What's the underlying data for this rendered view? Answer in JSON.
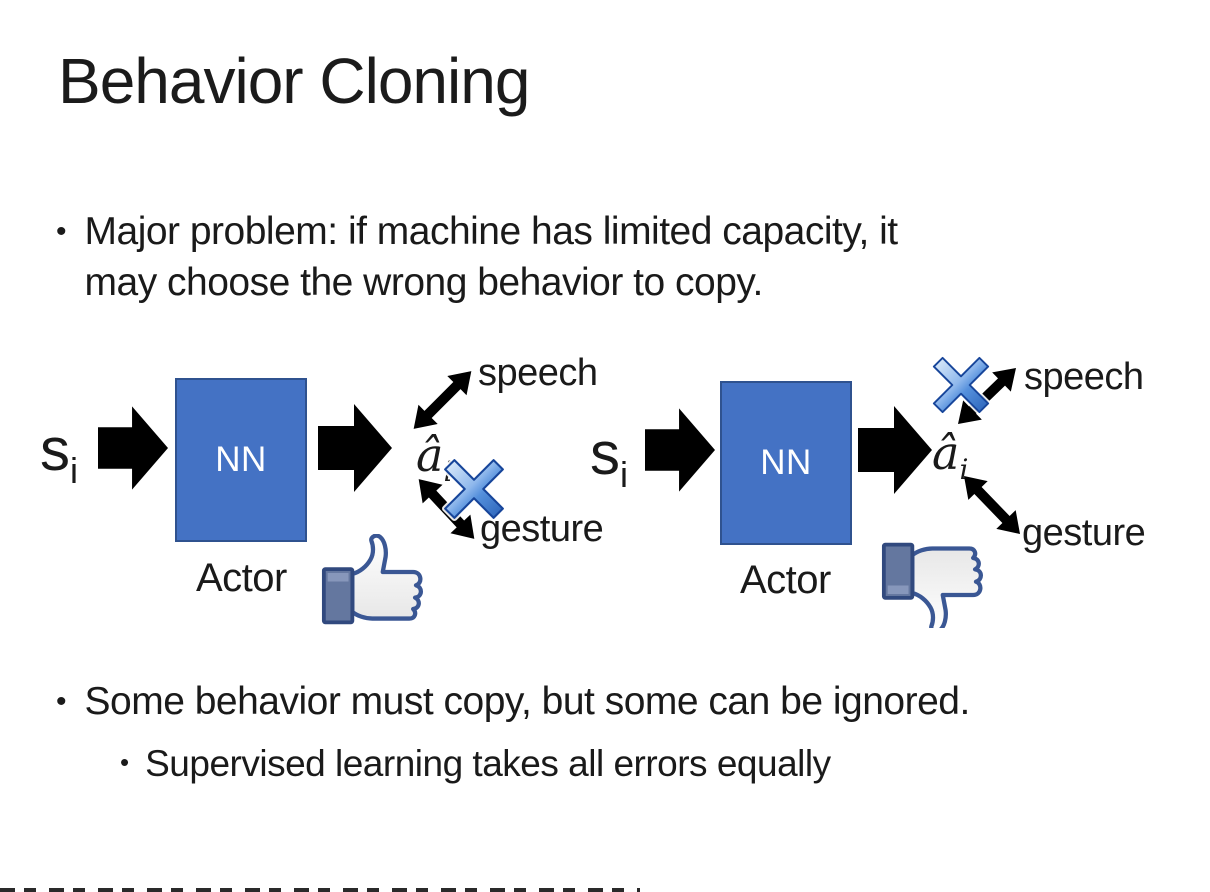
{
  "slide": {
    "title": "Behavior Cloning",
    "bullet_char": "•",
    "bullet1_line1": "Major problem: if machine has limited capacity, it",
    "bullet1_line2": "may choose the wrong behavior to copy.",
    "bullet2": "Some behavior must copy, but some can be ignored.",
    "sub_bullet": "Supervised learning takes all errors equally"
  },
  "diagram_left": {
    "input_label": "s",
    "input_sub": "i",
    "box_label": "NN",
    "output_label": "â",
    "output_sub": "i",
    "actor_label": "Actor",
    "speech_label": "speech",
    "gesture_label": "gesture",
    "crossed_out": "gesture",
    "feedback_icon": "thumbs-up"
  },
  "diagram_right": {
    "input_label": "s",
    "input_sub": "i",
    "box_label": "NN",
    "output_label": "â",
    "output_sub": "i",
    "actor_label": "Actor",
    "speech_label": "speech",
    "gesture_label": "gesture",
    "crossed_out": "speech",
    "feedback_icon": "thumbs-down"
  },
  "colors": {
    "text": "#1a1a1a",
    "nn_box_fill": "#4472C4",
    "nn_box_border": "#2F528F",
    "arrow_black": "#000000",
    "arrow_red": "#EE1C1C",
    "cross_blue": "#3672C8",
    "thumb_outline": "#3B5998",
    "thumb_cuff": "#64779F"
  }
}
